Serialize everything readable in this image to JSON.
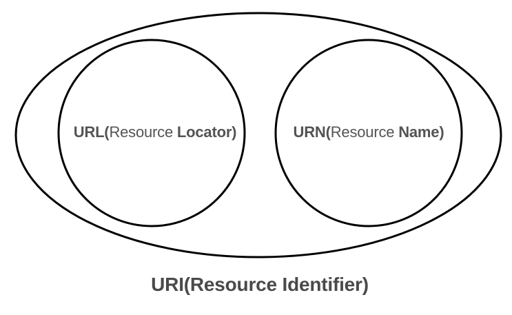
{
  "colors": {
    "background": "#ffffff",
    "shape_stroke": "#000000",
    "label_text": "#545454",
    "caption_text": "#4a4a4a"
  },
  "venn": {
    "left_circle_label": {
      "bold_open": "URL(",
      "regular": "Resource ",
      "bold_close": "Locator)"
    },
    "right_circle_label": {
      "bold_open": "URN(",
      "regular": "Resource ",
      "bold_close": "Name)"
    },
    "caption": "URI(Resource Identifier)"
  }
}
